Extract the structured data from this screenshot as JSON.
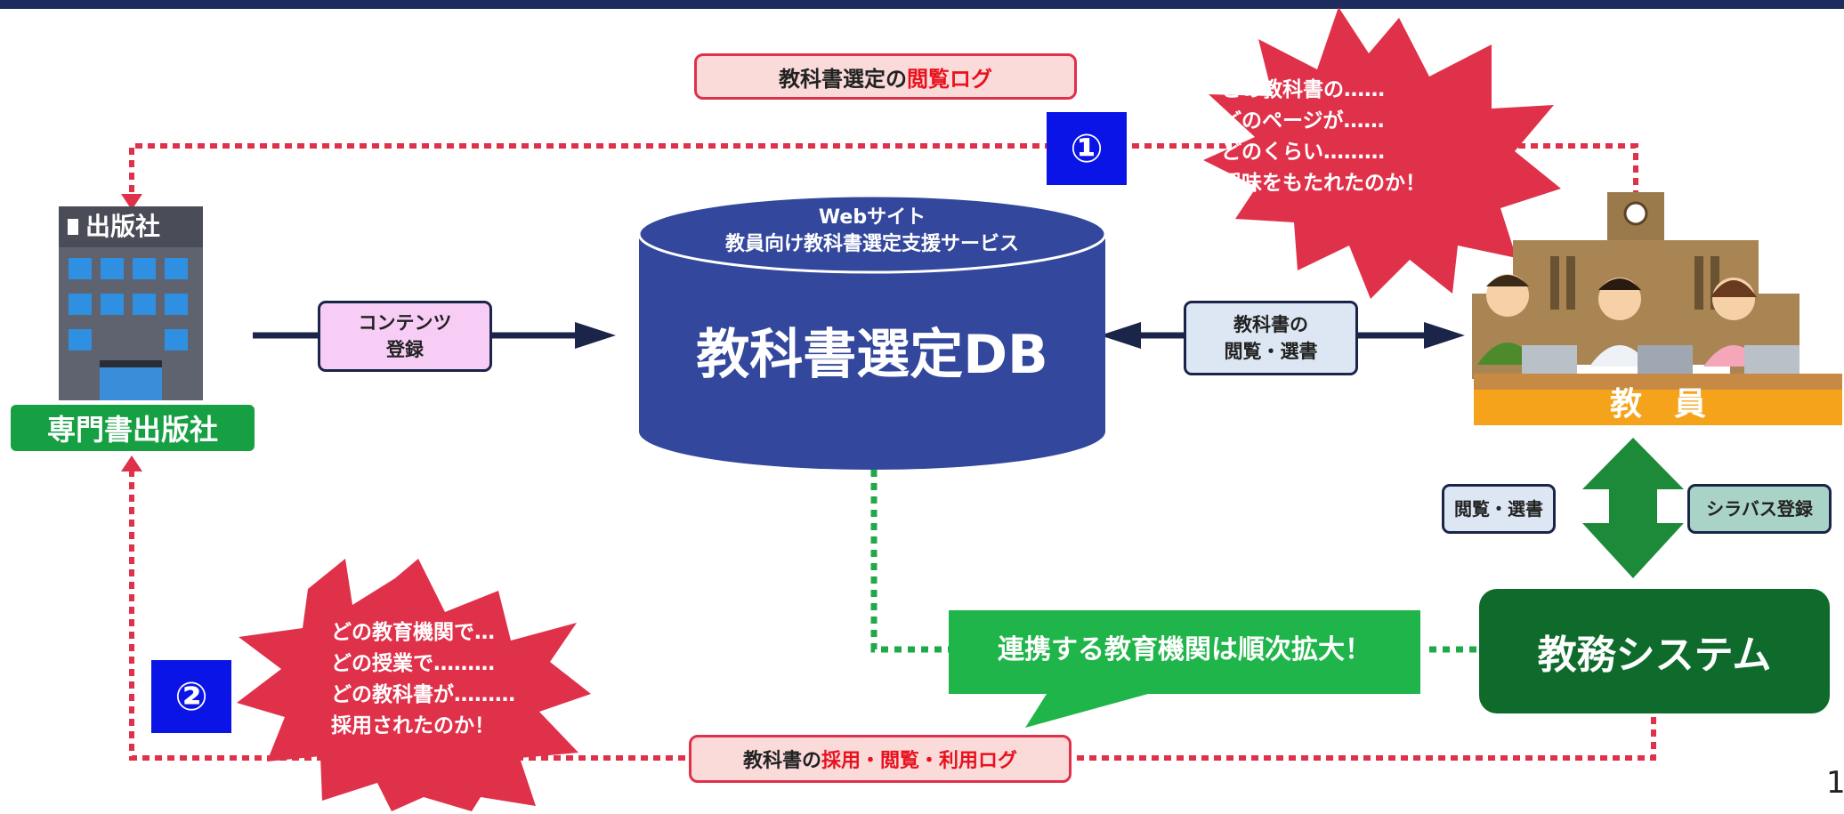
{
  "top_log": {
    "prefix": "教科書選定の",
    "highlight": "閲覧ログ"
  },
  "marker1": "①",
  "burst1": [
    "どの教科書の……",
    "どのページが……",
    "どのくらい………",
    "興味をもたれたのか！"
  ],
  "publisher": {
    "sign": "出版社",
    "label": "専門書出版社"
  },
  "db": {
    "line1": "Webサイト",
    "line2": "教員向け教科書選定支援サービス",
    "title": "教科書選定DB"
  },
  "content_reg": [
    "コンテンツ",
    "登録"
  ],
  "browse_select": [
    "教科書の",
    "閲覧・選書"
  ],
  "teacher_label": "教　員",
  "side_browse": "閲覧・選書",
  "side_syllabus": "シラバス登録",
  "expand_callout": "連携する教育機関は順次拡大！",
  "academic_system": "教務システム",
  "marker2": "②",
  "burst2": [
    "どの教育機関で…",
    "どの授業で………",
    "どの教科書が………",
    "採用されたのか！"
  ],
  "bottom_log": {
    "prefix": "教科書の",
    "highlight": "採用・閲覧・利用ログ"
  },
  "page_number": "1",
  "colors": {
    "navy": "#1c2c5e",
    "db_blue": "#33479c",
    "red": "#e0314a",
    "green": "#0f7a2c",
    "orange": "#f5a31a",
    "marker_blue": "#0a14e6"
  }
}
